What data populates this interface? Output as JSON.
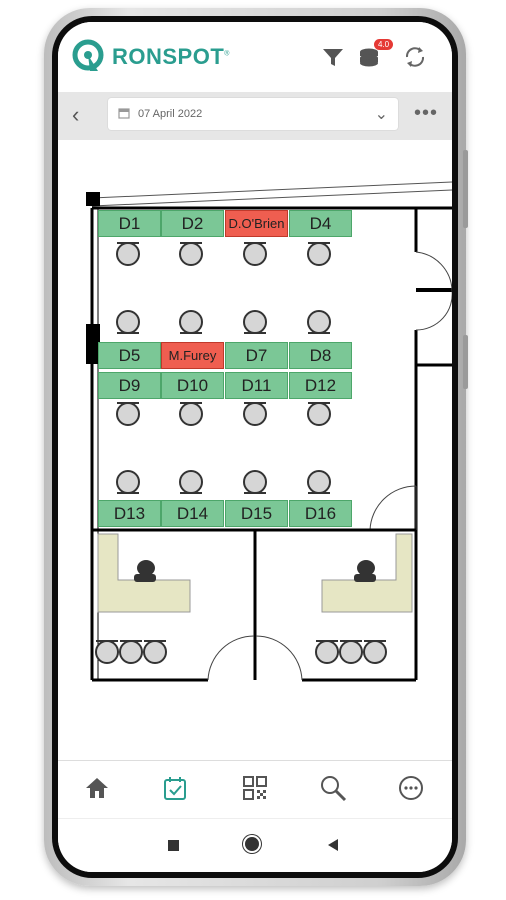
{
  "app": {
    "brand": "RONSPOT",
    "brand_mark": "®",
    "badge": "4.0"
  },
  "datebar": {
    "date": "07 April 2022"
  },
  "desks": [
    {
      "label": "D1",
      "booked": false
    },
    {
      "label": "D2",
      "booked": false
    },
    {
      "label": "D.O'Brien",
      "booked": true
    },
    {
      "label": "D4",
      "booked": false
    },
    {
      "label": "D5",
      "booked": false
    },
    {
      "label": "M.Furey",
      "booked": true
    },
    {
      "label": "D7",
      "booked": false
    },
    {
      "label": "D8",
      "booked": false
    },
    {
      "label": "D9",
      "booked": false
    },
    {
      "label": "D10",
      "booked": false
    },
    {
      "label": "D11",
      "booked": false
    },
    {
      "label": "D12",
      "booked": false
    },
    {
      "label": "D13",
      "booked": false
    },
    {
      "label": "D14",
      "booked": false
    },
    {
      "label": "D15",
      "booked": false
    },
    {
      "label": "D16",
      "booked": false
    }
  ],
  "colors": {
    "accent": "#2a9d8f",
    "available": "#7bc796",
    "booked": "#ef5e50",
    "reception_desk": "#e6e6c4"
  },
  "icons": {
    "filter": "filter-icon",
    "coins": "coins-icon",
    "refresh": "refresh-icon",
    "home": "home-icon",
    "calendar": "calendar-check-icon",
    "qr": "qr-code-icon",
    "search": "search-icon",
    "more": "more-icon"
  }
}
